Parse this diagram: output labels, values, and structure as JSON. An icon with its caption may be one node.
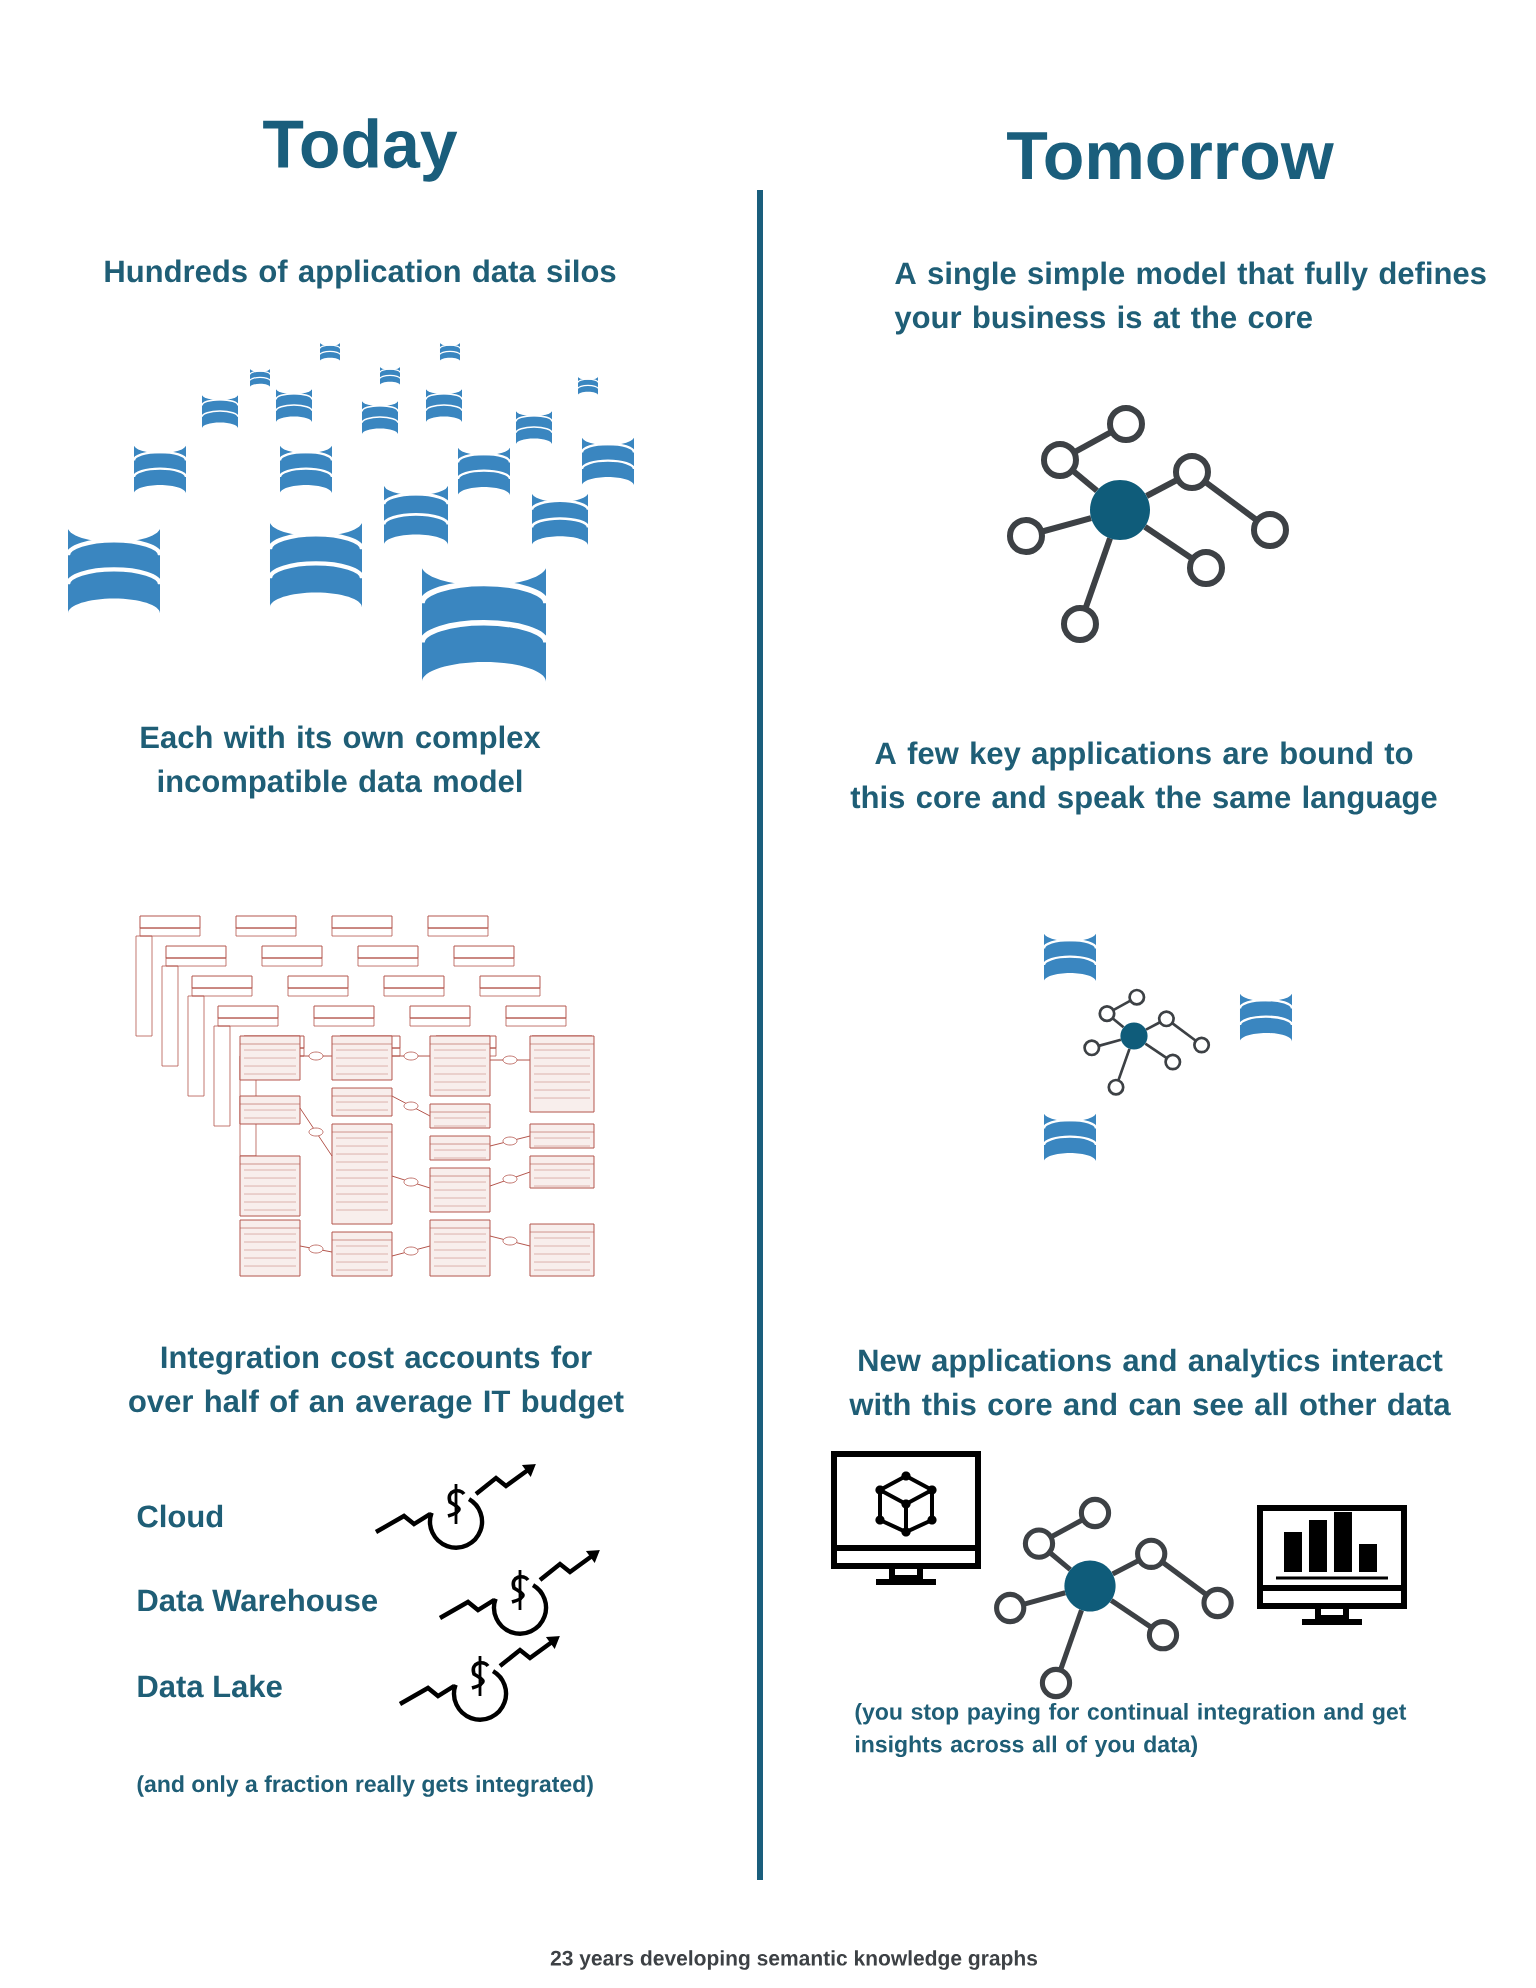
{
  "diagram": {
    "labels": [
      "Today",
      "Tomorrow",
      "Hundreds of application data silos",
      "A single simple model that fully defines your business is at the core",
      "Each with its own complex incompatible data model",
      "A few key applications are bound to this core and speak the same language",
      "Integration cost accounts for over half of an average IT budget",
      "New applications and analytics interact with this core and can see all other data",
      "Cloud",
      "Data Warehouse",
      "Data Lake",
      "(and only a fraction really gets integrated)",
      "(you stop paying for continual integration and get insights across all of you data)",
      "23 years developing semantic knowledge graphs"
    ]
  }
}
